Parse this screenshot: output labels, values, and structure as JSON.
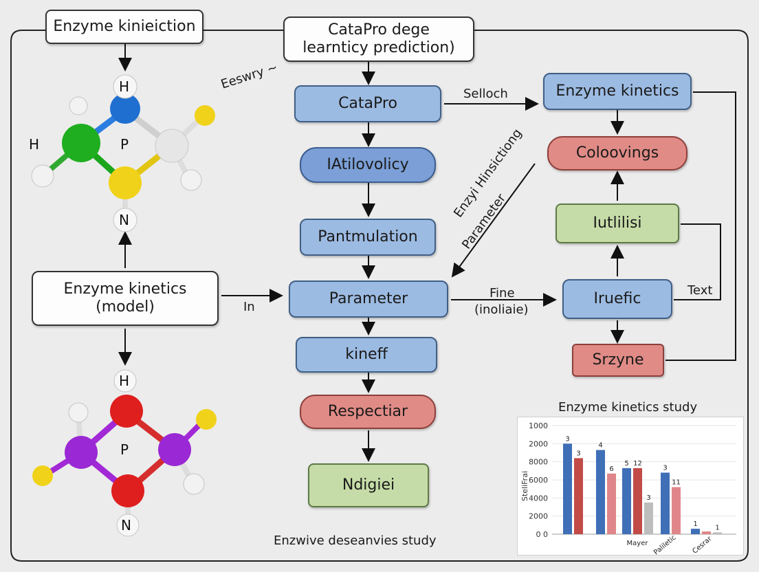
{
  "nodes": {
    "top_left_title": "Enzyme kinieiction",
    "top_center_title": "CataPro dege learnticy prediction)",
    "catapro": "CataPro",
    "atilovolicy": "IAtilovolicy",
    "pantmulation": "Pantmulation",
    "parameter": "Parameter",
    "kineff": "kineff",
    "respectiar": "Respectiar",
    "ndigiei": "Ndigiei",
    "enzyme_kinetics_right": "Enzyme kinetics",
    "coloovings": "Coloovings",
    "iutlilisi": "Iutlilisi",
    "iruefic": "Iruefic",
    "srzyne": "Srzyne",
    "enzyme_kinetics_model": "Enzyme kinetics (model)"
  },
  "edge_labels": {
    "eeswry": "Eeswry ~",
    "selloch": "Selloch",
    "enzyme_hinsictiong": "Enzyi Hinsictiong",
    "parameter_diag": "Parameter",
    "in": "In",
    "fine": "Fine",
    "inoliaie": "(inoliaie)",
    "text": "Text"
  },
  "captions": {
    "bottom_center": "Enzwive deseanvies study",
    "chart_title": "Enzyme kinetics study"
  },
  "molecule_top": {
    "atoms": [
      "H",
      "H",
      "P",
      "N"
    ]
  },
  "molecule_bottom": {
    "atoms": [
      "H",
      "P",
      "N"
    ]
  },
  "colors": {
    "blue_node": "#9cbbe2",
    "red_node": "#e08b86",
    "green_node": "#c6dca8",
    "bar_blue": "#3f6fb6",
    "bar_red": "#c24b48",
    "bar_pink": "#e0868a",
    "bar_grey": "#bdbdbd"
  },
  "chart_data": {
    "type": "bar",
    "title": "Enzyme kinetics study",
    "ylabel": "SteliFrai",
    "xlabel": "",
    "y_tick_labels": [
      "0 0",
      "2000",
      "4000",
      "6000",
      "8000",
      "2000",
      "1000"
    ],
    "ylim": [
      0,
      12000
    ],
    "x_tick_labels": [
      "Mayer",
      "Paliletic",
      "Cesrar"
    ],
    "bars": [
      {
        "value": 10000,
        "label": "3",
        "color": "#3f6fb6"
      },
      {
        "value": 8400,
        "label": "3",
        "color": "#c24b48"
      },
      {
        "value": 9300,
        "label": "4",
        "color": "#3f6fb6"
      },
      {
        "value": 6700,
        "label": "6",
        "color": "#e0868a"
      },
      {
        "value": 7300,
        "label": "5",
        "color": "#3f6fb6"
      },
      {
        "value": 7300,
        "label": "12",
        "color": "#c24b48"
      },
      {
        "value": 3500,
        "label": "3",
        "color": "#bdbdbd"
      },
      {
        "value": 6800,
        "label": "3",
        "color": "#3f6fb6"
      },
      {
        "value": 5200,
        "label": "11",
        "color": "#e0868a"
      },
      {
        "value": 600,
        "label": "1",
        "color": "#3f6fb6"
      },
      {
        "value": 300,
        "label": "",
        "color": "#e0868a"
      },
      {
        "value": 200,
        "label": "1",
        "color": "#bdbdbd"
      }
    ]
  }
}
